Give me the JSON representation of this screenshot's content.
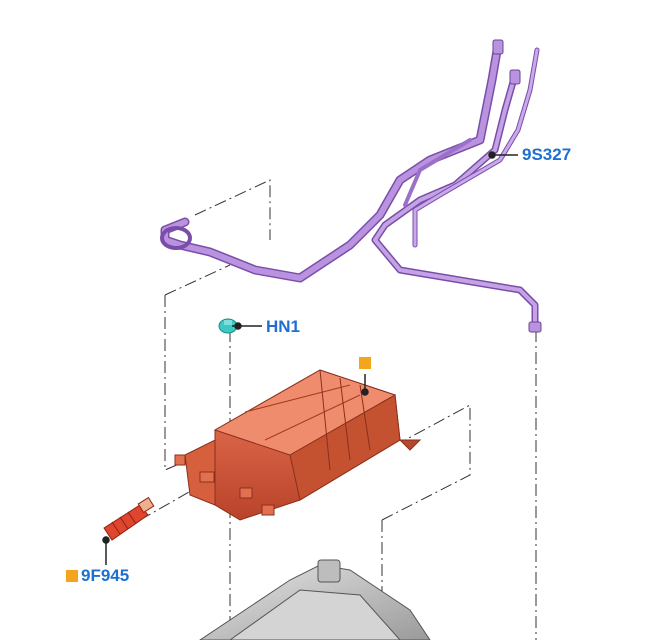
{
  "callouts": {
    "vapor_tube": {
      "label": "9S327"
    },
    "clip": {
      "label": "HN1"
    },
    "connector": {
      "label": "9F945"
    }
  },
  "colors": {
    "callout_text": "#1f6fd1",
    "tube": "#a77bd4",
    "canister": "#d9563a",
    "clip": "#3cc8c4",
    "connector": "#d9412b",
    "marker": "#f3a51b",
    "tank": "#c8c8c8"
  }
}
